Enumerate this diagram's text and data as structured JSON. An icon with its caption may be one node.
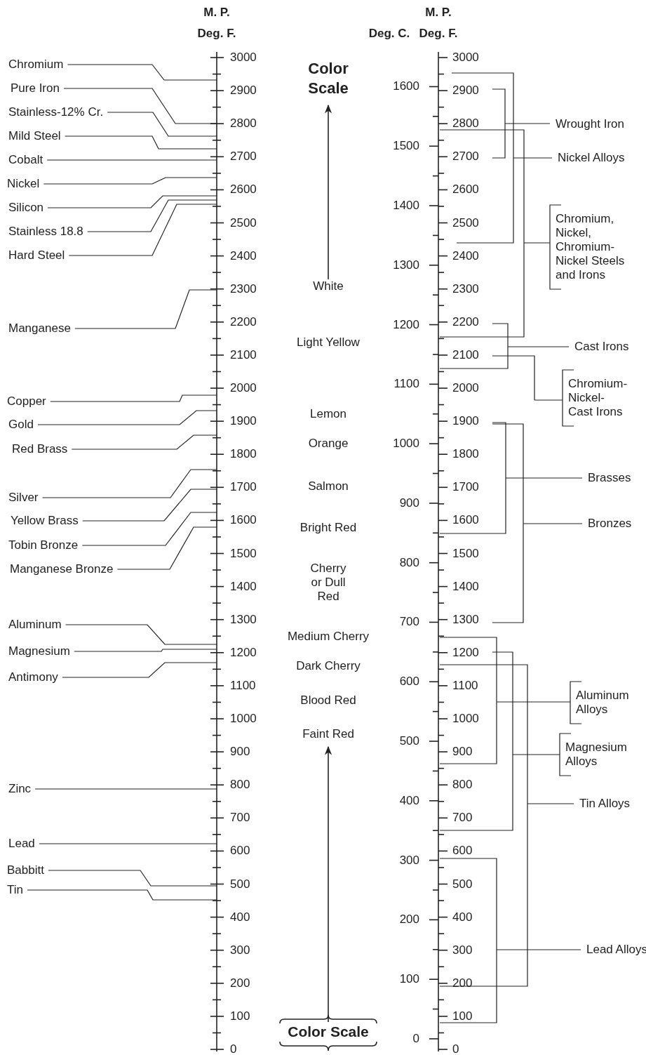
{
  "diagram": {
    "nodes": [
      {
        "text": [
          "Chromium"
        ]
      },
      {
        "text": [
          "Pure Iron"
        ]
      },
      {
        "text": [
          "Stainless-12% Cr."
        ]
      },
      {
        "text": [
          "Mild Steel"
        ]
      },
      {
        "text": [
          "Cobalt"
        ]
      },
      {
        "text": [
          "Nickel"
        ]
      },
      {
        "text": [
          "Silicon"
        ]
      },
      {
        "text": [
          "Stainless 18.8"
        ]
      },
      {
        "text": [
          "Hard Steel"
        ]
      },
      {
        "text": [
          "Manganese"
        ]
      },
      {
        "text": [
          "Copper"
        ]
      },
      {
        "text": [
          "Gold"
        ]
      },
      {
        "text": [
          "Red Brass"
        ]
      },
      {
        "text": [
          "Silver"
        ]
      },
      {
        "text": [
          "Yellow Brass"
        ]
      },
      {
        "text": [
          "Tobin Bronze"
        ]
      },
      {
        "text": [
          "Manganese Bronze"
        ]
      },
      {
        "text": [
          "Aluminum"
        ]
      },
      {
        "text": [
          "Magnesium"
        ]
      },
      {
        "text": [
          "Antimony"
        ]
      },
      {
        "text": [
          "Zinc"
        ]
      },
      {
        "text": [
          "Lead"
        ]
      },
      {
        "text": [
          "Babbitt"
        ]
      },
      {
        "text": [
          "Tin"
        ]
      },
      {
        "text": [
          "Wrought Iron"
        ]
      },
      {
        "text": [
          "Nickel Alloys"
        ]
      },
      {
        "text": [
          "Chromium, Nickel, Chromium- Nickel Steels and Irons"
        ]
      },
      {
        "text": [
          "Cast Irons"
        ]
      },
      {
        "text": [
          "Chromium- Nickel- Cast Irons"
        ]
      },
      {
        "text": [
          "Brasses"
        ]
      },
      {
        "text": [
          "Bronzes"
        ]
      },
      {
        "text": [
          "Aluminum Alloys"
        ]
      },
      {
        "text": [
          "Magnesium Alloys"
        ]
      },
      {
        "text": [
          "Tin Alloys"
        ]
      },
      {
        "text": [
          "Lead Alloys"
        ]
      },
      {
        "text": [],
        "shape": "bar"
      },
      {
        "text": [],
        "shape": "bar"
      }
    ],
    "edges": [
      {
        "from": 0,
        "to": 35,
        "arrow": "none"
      },
      {
        "from": 1,
        "to": 35,
        "arrow": "none"
      },
      {
        "from": 2,
        "to": 35,
        "arrow": "none"
      },
      {
        "from": 3,
        "to": 35,
        "arrow": "none"
      },
      {
        "from": 4,
        "to": 35,
        "arrow": "none"
      },
      {
        "from": 5,
        "to": 35,
        "arrow": "none"
      },
      {
        "from": 6,
        "to": 35,
        "arrow": "none"
      },
      {
        "from": 7,
        "to": 35,
        "arrow": "none"
      },
      {
        "from": 8,
        "to": 35,
        "arrow": "none"
      },
      {
        "from": 9,
        "to": 35,
        "arrow": "none"
      },
      {
        "from": 10,
        "to": 35,
        "arrow": "none"
      },
      {
        "from": 11,
        "to": 35,
        "arrow": "none"
      },
      {
        "from": 12,
        "to": 35,
        "arrow": "none"
      },
      {
        "from": 13,
        "to": 35,
        "arrow": "none"
      },
      {
        "from": 14,
        "to": 35,
        "arrow": "none"
      },
      {
        "from": 15,
        "to": 35,
        "arrow": "none"
      },
      {
        "from": 16,
        "to": 35,
        "arrow": "none"
      },
      {
        "from": 17,
        "to": 35,
        "arrow": "none"
      },
      {
        "from": 18,
        "to": 35,
        "arrow": "none"
      },
      {
        "from": 19,
        "to": 35,
        "arrow": "none"
      },
      {
        "from": 20,
        "to": 35,
        "arrow": "none"
      },
      {
        "from": 21,
        "to": 35,
        "arrow": "none"
      },
      {
        "from": 22,
        "to": 35,
        "arrow": "none"
      },
      {
        "from": 23,
        "to": 35,
        "arrow": "none"
      },
      {
        "from": 24,
        "to": 36,
        "arrow": "none"
      },
      {
        "from": 25,
        "to": 36,
        "arrow": "none"
      },
      {
        "from": 26,
        "to": 36,
        "arrow": "none"
      },
      {
        "from": 27,
        "to": 36,
        "arrow": "none"
      },
      {
        "from": 28,
        "to": 36,
        "arrow": "none"
      },
      {
        "from": 29,
        "to": 36,
        "arrow": "none"
      },
      {
        "from": 30,
        "to": 36,
        "arrow": "none"
      },
      {
        "from": 31,
        "to": 36,
        "arrow": "none"
      },
      {
        "from": 32,
        "to": 36,
        "arrow": "none"
      },
      {
        "from": 33,
        "to": 36,
        "arrow": "none"
      },
      {
        "from": 34,
        "to": 36,
        "arrow": "none"
      }
    ],
    "labels": [
      "M. P.",
      "M. P.",
      "Deg. F.",
      "Deg. C.",
      "Deg. F.",
      "Color Scale",
      "White",
      "Light Yellow",
      "Lemon",
      "Orange",
      "Salmon",
      "Bright Red",
      "Cherry or Dull Red",
      "Medium Cherry",
      "Dark Cherry",
      "Blood Red",
      "Faint Red",
      "Color Scale",
      "3000",
      "2900",
      "2800",
      "2700",
      "2600",
      "2500",
      "2400",
      "2300",
      "2200",
      "2100",
      "2000",
      "1900",
      "1800",
      "1700",
      "1600",
      "1500",
      "1400",
      "1300",
      "1200",
      "1100",
      "1000",
      "900",
      "800",
      "700",
      "600",
      "500",
      "400",
      "300",
      "200",
      "100",
      "0",
      "1600",
      "1500",
      "1400",
      "1300",
      "1200",
      "1100",
      "1000",
      "900",
      "800",
      "700",
      "600",
      "500",
      "400",
      "300",
      "200",
      "100",
      "0",
      "3000",
      "2900",
      "2800",
      "2700",
      "2600",
      "2500",
      "2400",
      "2300",
      "2200",
      "2100",
      "2000",
      "1900",
      "1800",
      "1700",
      "1600",
      "1500",
      "1400",
      "1300",
      "1200",
      "1100",
      "1000",
      "900",
      "800",
      "700",
      "600",
      "500",
      "400",
      "300",
      "200",
      "100",
      "0"
    ]
  }
}
